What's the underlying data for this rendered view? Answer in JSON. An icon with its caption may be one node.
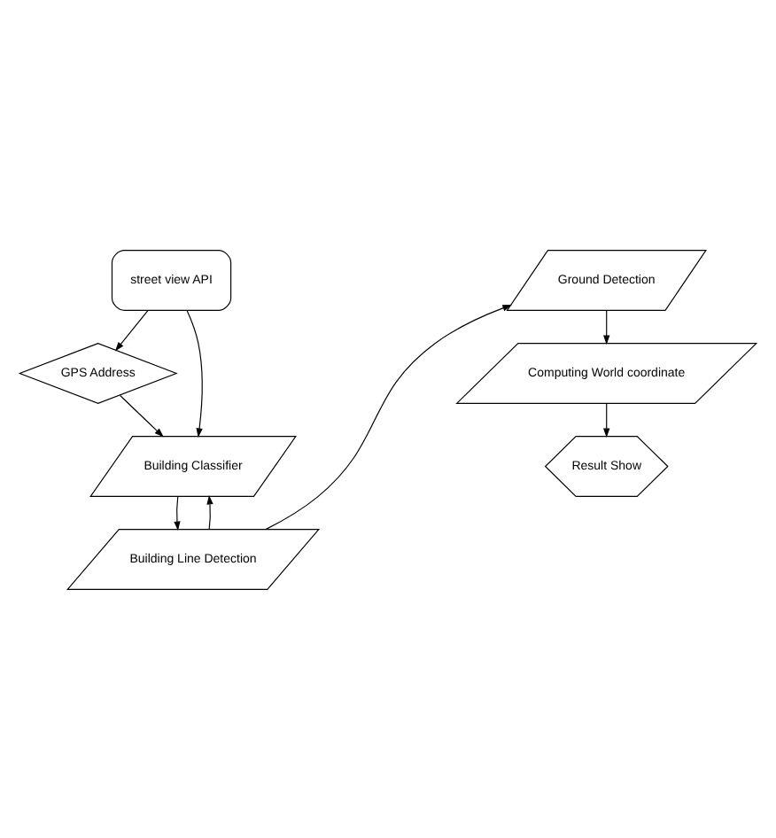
{
  "diagram": {
    "nodes": [
      {
        "text": [
          "street view API"
        ]
      },
      {
        "text": [
          "GPS Address"
        ]
      },
      {
        "text": [
          "Building Classifier"
        ]
      },
      {
        "text": [
          "Building Line Detection"
        ]
      },
      {
        "text": [
          "Ground Detection"
        ]
      },
      {
        "text": [
          "Computing World coordinate"
        ]
      },
      {
        "text": [
          "Result Show"
        ]
      }
    ],
    "edges": [
      {
        "from": 0,
        "to": 1,
        "arrow": "to"
      },
      {
        "from": 1,
        "to": 2,
        "arrow": "to"
      },
      {
        "from": 0,
        "to": 2,
        "arrow": "to"
      },
      {
        "from": 2,
        "to": 3,
        "arrow": "to"
      },
      {
        "from": 3,
        "to": 2,
        "arrow": "to"
      },
      {
        "from": 3,
        "to": 4,
        "arrow": "to"
      },
      {
        "from": 4,
        "to": 5,
        "arrow": "to"
      },
      {
        "from": 5,
        "to": 6,
        "arrow": "to"
      }
    ]
  }
}
